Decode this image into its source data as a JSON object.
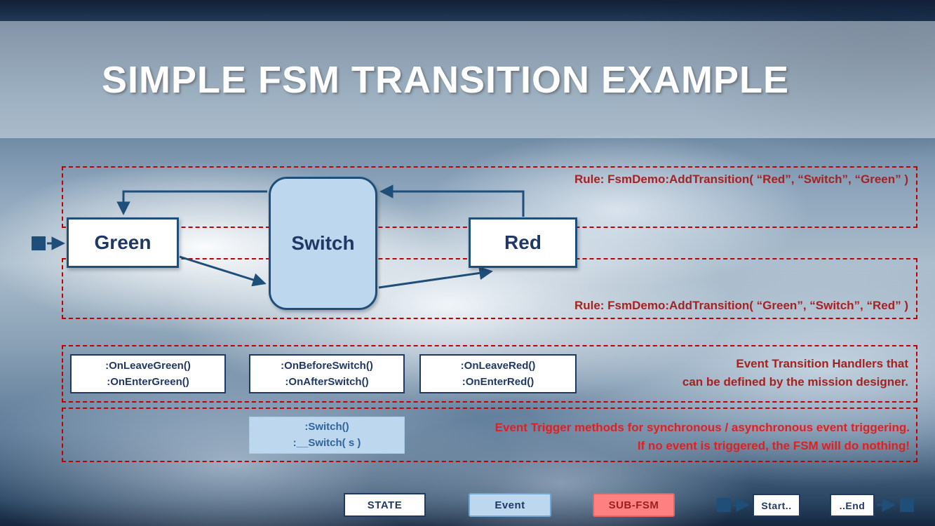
{
  "title": "SIMPLE FSM TRANSITION EXAMPLE",
  "rules": {
    "red_to_green": "Rule: FsmDemo:AddTransition( “Red”, “Switch”, “Green” )",
    "green_to_red": "Rule: FsmDemo:AddTransition( “Green”, “Switch”, “Red” )"
  },
  "diagram": {
    "state_green": "Green",
    "event_switch": "Switch",
    "state_red": "Red"
  },
  "handlers": {
    "green": [
      ":OnLeaveGreen()",
      ":OnEnterGreen()"
    ],
    "switch": [
      ":OnBeforeSwitch()",
      ":OnAfterSwitch()"
    ],
    "red": [
      ":OnLeaveRed()",
      ":OnEnterRed()"
    ],
    "caption": [
      "Event Transition Handlers that",
      "can be defined by the mission designer."
    ]
  },
  "triggers": {
    "methods": [
      ":Switch()",
      ":__Switch( s )"
    ],
    "caption": [
      "Event Trigger methods for synchronous / asynchronous event triggering.",
      "If no event is triggered, the FSM will do nothing!"
    ]
  },
  "legend": {
    "state": "STATE",
    "event": "Event",
    "sub_fsm": "SUB-FSM",
    "start": "Start..",
    "end": "..End"
  },
  "colors": {
    "arrow_navy": "#1F4E79",
    "box_text_navy": "#203864",
    "event_fill": "#BDD7EE",
    "sub_fsm_fill": "#FF8080",
    "rule_red": "#A62121",
    "trigger_red": "#E02020",
    "dashed_border_red": "#C00000"
  }
}
